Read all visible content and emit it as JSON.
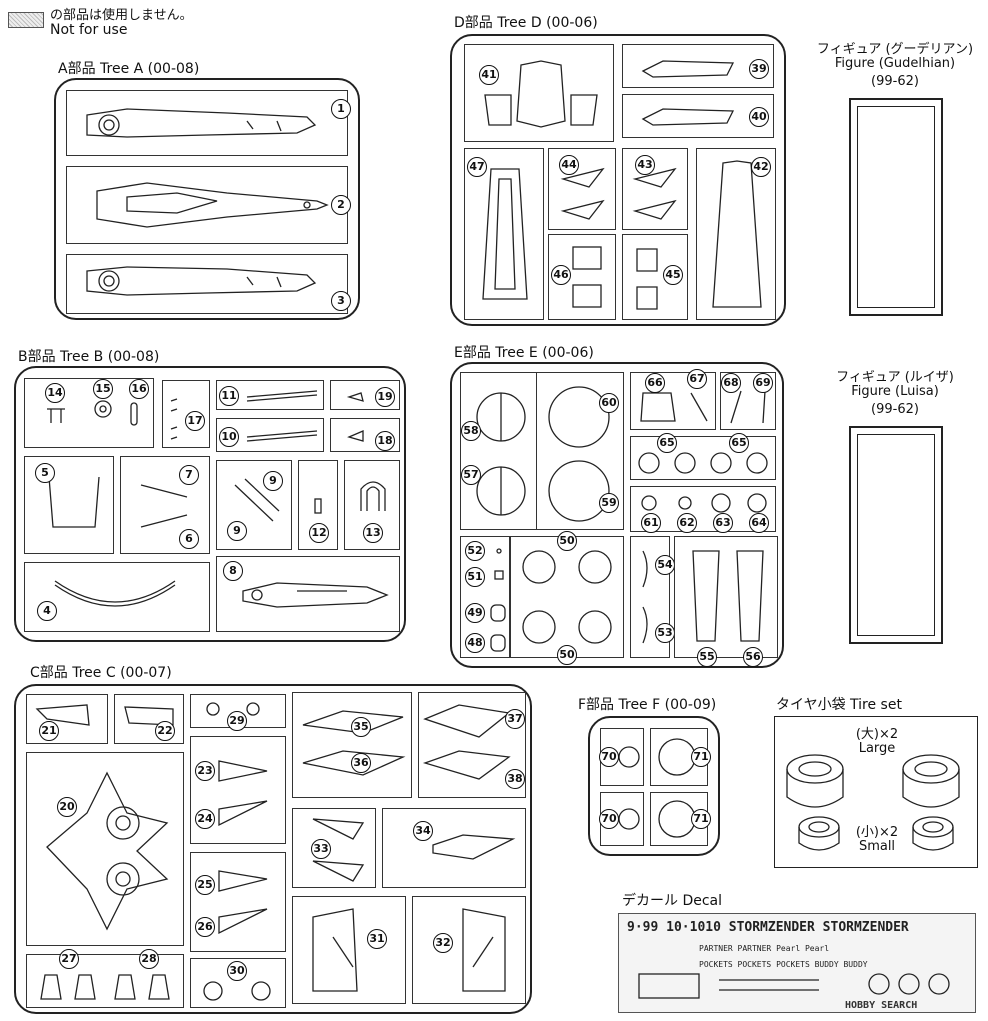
{
  "legend": {
    "jp": "の部品は使用しません。",
    "en": "Not for use"
  },
  "trees": {
    "a": {
      "title": "A部品 Tree A (00-08)",
      "parts": [
        "1",
        "2",
        "3"
      ]
    },
    "b": {
      "title": "B部品 Tree B (00-08)",
      "parts": [
        "14",
        "15",
        "16",
        "17",
        "11",
        "10",
        "19",
        "18",
        "5",
        "7",
        "6",
        "9",
        "9",
        "12",
        "13",
        "4",
        "8"
      ]
    },
    "c": {
      "title": "C部品 Tree C (00-07)",
      "parts": [
        "21",
        "22",
        "29",
        "35",
        "36",
        "37",
        "38",
        "20",
        "23",
        "24",
        "25",
        "26",
        "33",
        "34",
        "31",
        "32",
        "27",
        "28",
        "30"
      ]
    },
    "d": {
      "title": "D部品 Tree D (00-06)",
      "parts": [
        "41",
        "39",
        "40",
        "47",
        "44",
        "43",
        "42",
        "46",
        "45"
      ]
    },
    "e": {
      "title": "E部品 Tree E (00-06)",
      "parts": [
        "58",
        "57",
        "60",
        "59",
        "66",
        "67",
        "68",
        "69",
        "65",
        "65",
        "61",
        "62",
        "63",
        "64",
        "52",
        "51",
        "49",
        "48",
        "50",
        "50",
        "54",
        "53",
        "55",
        "56"
      ]
    },
    "f": {
      "title": "F部品 Tree F (00-09)",
      "parts": [
        "70",
        "71",
        "70",
        "71"
      ]
    }
  },
  "figures": {
    "gudelhian": {
      "jp": "フィギュア (グーデリアン)",
      "en": "Figure (Gudelhian)",
      "code": "(99-62)"
    },
    "luisa": {
      "jp": "フィギュア (ルイザ)",
      "en": "Figure (Luisa)",
      "code": "(99-62)"
    }
  },
  "tire_set": {
    "title": "タイヤ小袋 Tire set",
    "large_qty": "(大)×2",
    "large": "Large",
    "small_qty": "(小)×2",
    "small": "Small"
  },
  "decal": {
    "title": "デカール Decal",
    "line1": "9·99 10·1010   STORMZENDER STORMZENDER",
    "line2": "PARTNER PARTNER   Pearl Pearl",
    "line3": "POCKETS POCKETS POCKETS   BUDDY BUDDY"
  },
  "watermark": "HOBBY SEARCH"
}
